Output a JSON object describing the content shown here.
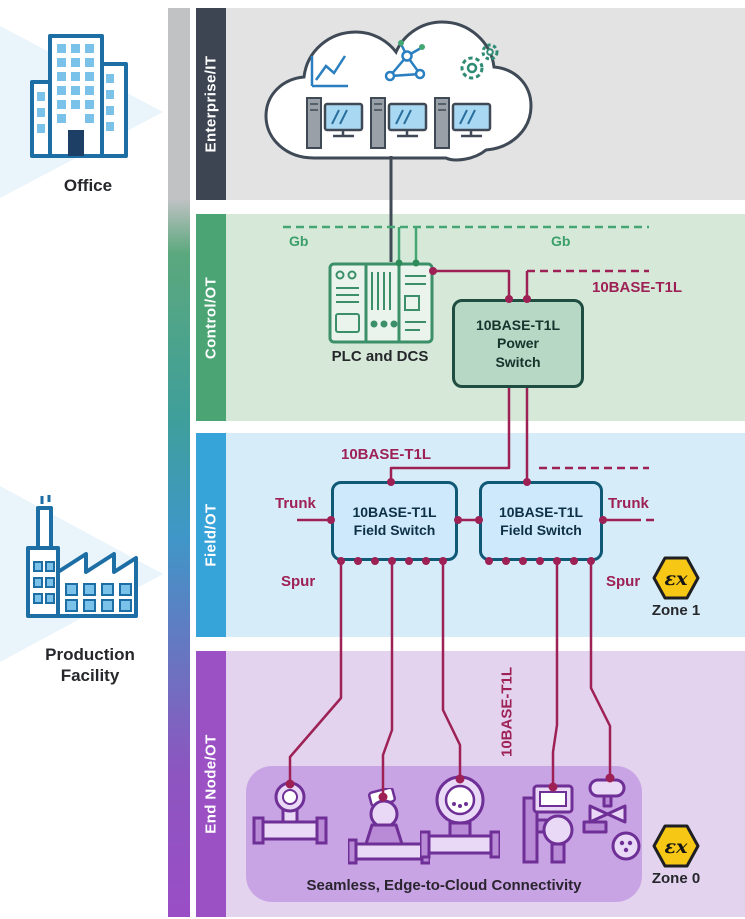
{
  "left_panel": {
    "office_label": "Office",
    "production_label": "Production Facility"
  },
  "enterprise": {
    "band_label": "Enterprise/IT"
  },
  "control": {
    "band_label": "Control/OT",
    "gb_left": "Gb",
    "gb_right": "Gb",
    "t1l_label": "10BASE-T1L",
    "plc_label": "PLC and DCS",
    "power_switch_line1": "10BASE-T1L",
    "power_switch_line2": "Power",
    "power_switch_line3": "Switch"
  },
  "field": {
    "band_label": "Field/OT",
    "t1l_label": "10BASE-T1L",
    "trunk_left": "Trunk",
    "trunk_right": "Trunk",
    "spur_left": "Spur",
    "spur_right": "Spur",
    "switch_left_line1": "10BASE-T1L",
    "switch_left_line2": "Field Switch",
    "switch_right_line1": "10BASE-T1L",
    "switch_right_line2": "Field Switch",
    "ex_symbol": "εx",
    "zone_label": "Zone 1"
  },
  "end_node": {
    "band_label": "End Node/OT",
    "t1l_label": "10BASE-T1L",
    "caption": "Seamless, Edge-to-Cloud Connectivity",
    "ex_symbol": "εx",
    "zone_label": "Zone 0"
  },
  "colors": {
    "maroon_line": "#9e2155",
    "green_line": "#3a9e68",
    "enterprise_bar": "#3d4552",
    "control_bar": "#4aa473",
    "field_bar": "#36a3d9",
    "end_node_bar": "#9b50c4",
    "zone_badge_yellow": "#f6c714"
  }
}
